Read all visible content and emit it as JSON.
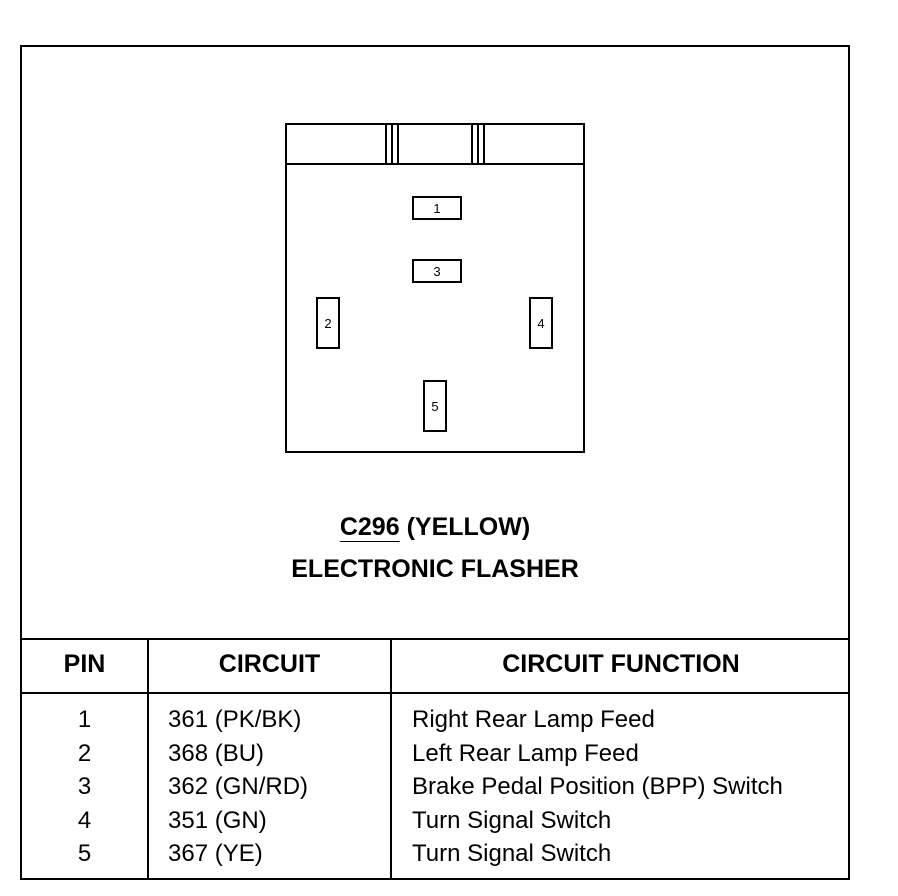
{
  "connector": {
    "id": "C296",
    "color": "(YELLOW)",
    "name": "ELECTRONIC FLASHER",
    "pins": [
      "1",
      "2",
      "3",
      "4",
      "5"
    ]
  },
  "table": {
    "headers": {
      "pin": "PIN",
      "circuit": "CIRCUIT",
      "function": "CIRCUIT FUNCTION"
    },
    "rows": [
      {
        "pin": "1",
        "circuit": "361 (PK/BK)",
        "function": "Right Rear Lamp Feed"
      },
      {
        "pin": "2",
        "circuit": "368 (BU)",
        "function": "Left Rear Lamp Feed"
      },
      {
        "pin": "3",
        "circuit": "362 (GN/RD)",
        "function": "Brake Pedal Position (BPP) Switch"
      },
      {
        "pin": "4",
        "circuit": "351 (GN)",
        "function": "Turn Signal Switch"
      },
      {
        "pin": "5",
        "circuit": "367 (YE)",
        "function": "Turn Signal Switch"
      }
    ]
  }
}
